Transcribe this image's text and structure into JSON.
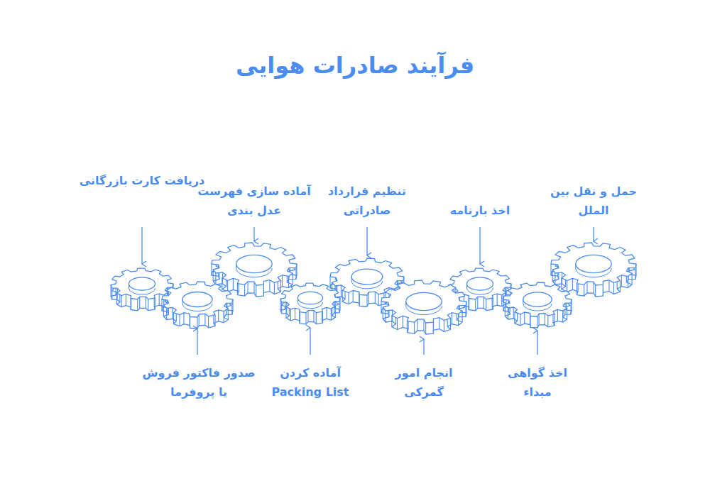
{
  "diagram": {
    "title": "فرآیند صادرات هوایی",
    "labels": [
      "حمل و نقل بین الملل",
      "اخذ بارنامه",
      "تنظیم قرارداد صادراتی",
      "آماده سازی فهرست عدل بندی",
      "دریافت کارت بازرگانی",
      "اخذ گواهی مبداء",
      "انجام امور گمرکی",
      "آماده کردن Packing List",
      "صدور فاکتور فروش یا پروفرما"
    ]
  }
}
